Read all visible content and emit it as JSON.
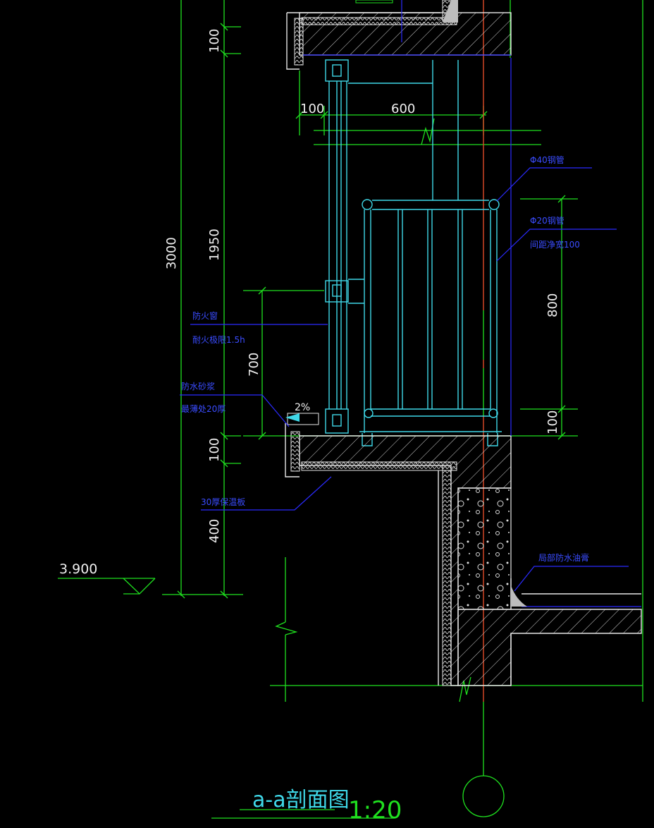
{
  "dimensions": {
    "overall": "3000",
    "upper_100": "100",
    "mid_1950": "1950",
    "horiz_100": "100",
    "horiz_600": "600",
    "sill_700": "700",
    "lower_100": "100",
    "lower_400": "400",
    "rail_800": "800",
    "rail_100": "100"
  },
  "annotations": {
    "pipe_40": "Φ40钢管",
    "pipe_20": "Φ20钢管",
    "pipe_20_spacing": "间距净宽100",
    "fire_window": "防火窗",
    "fire_window_rating": "耐火极限1.5h",
    "mortar": "防水砂浆",
    "mortar_thickness": "最薄处20厚",
    "slope": "2%",
    "insulation": "30厚保温板",
    "waterproof": "局部防水油膏"
  },
  "level": "3.900",
  "title": {
    "name": "a-a剖面图",
    "scale": "1:20"
  },
  "colors": {
    "background": "#000000",
    "dimension_line": "#1fe01f",
    "outline": "#e8e8e8",
    "frame": "#3fd8e8",
    "note": "#3a4cff",
    "center_line": "#ff2a2a"
  }
}
